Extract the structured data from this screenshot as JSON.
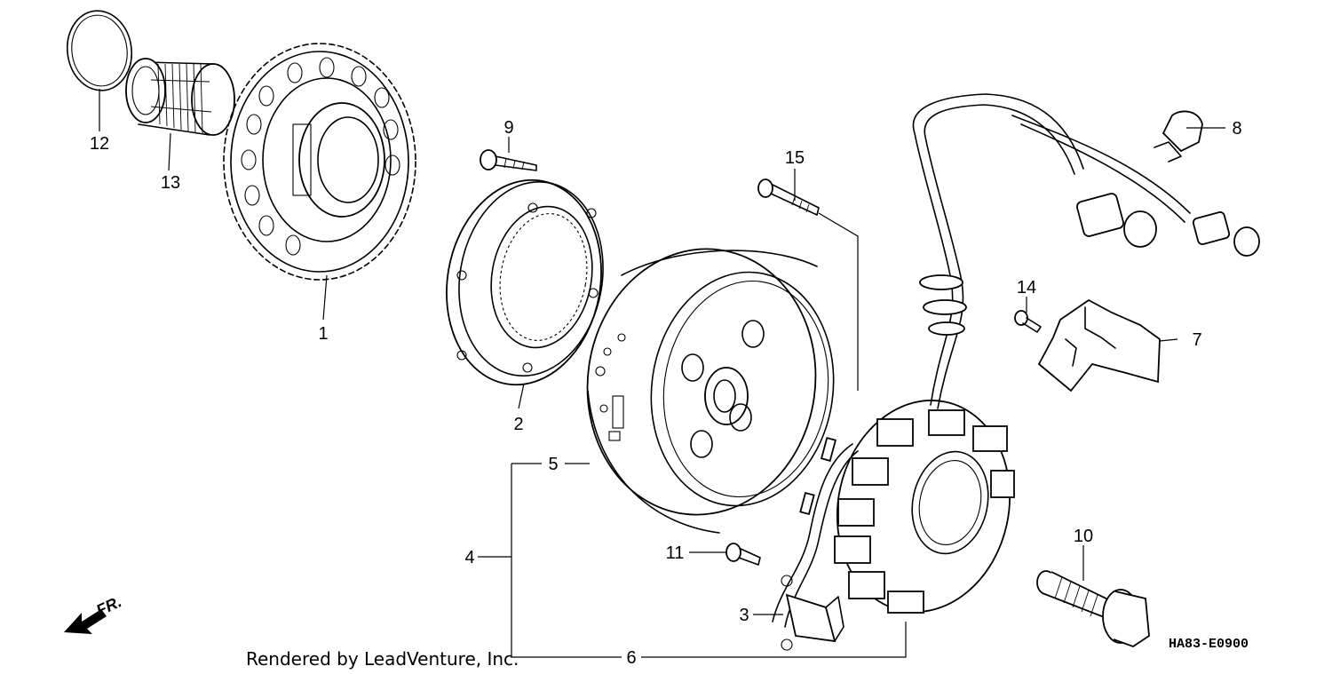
{
  "diagram": {
    "callouts": {
      "c1": "1",
      "c2": "2",
      "c3": "3",
      "c4": "4",
      "c5": "5",
      "c6": "6",
      "c7": "7",
      "c8": "8",
      "c9": "9",
      "c10": "10",
      "c11": "11",
      "c12": "12",
      "c13": "13",
      "c14": "14",
      "c15": "15"
    },
    "direction_label": "FR.",
    "credit": "Rendered by LeadVenture, Inc.",
    "diagram_code": "HA83-E0900"
  }
}
